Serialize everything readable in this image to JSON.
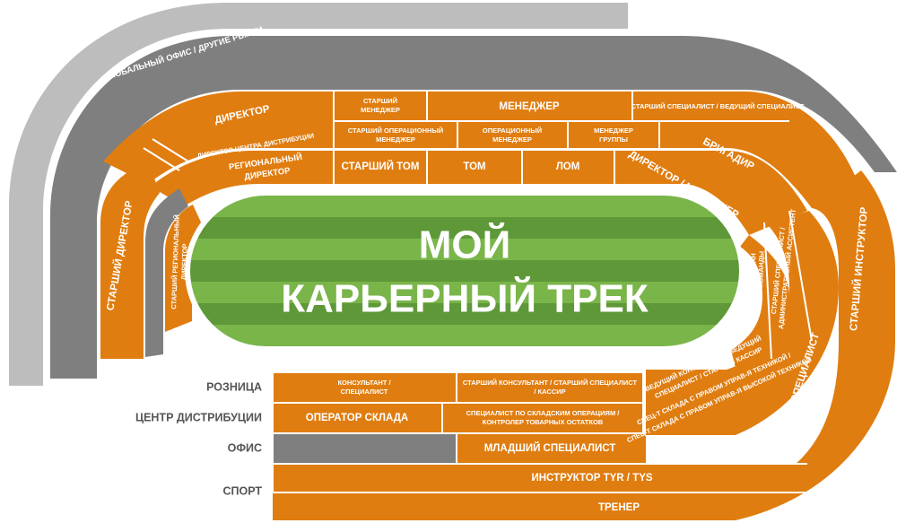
{
  "title": {
    "line1": "МОЙ",
    "line2": "КАРЬЕРНЫЙ ТРЕК"
  },
  "outer_arc": {
    "label": "ГЛОБАЛЬНЫЙ ОФИС / ДРУГИЕ РЫНКИ"
  },
  "top": {
    "director": "ДИРЕКТОР",
    "senior_manager_l1": "СТАРШИЙ",
    "senior_manager_l2": "МЕНЕДЖЕР",
    "manager": "МЕНЕДЖЕР",
    "senior_specialist_lead": "СТАРШИЙ СПЕЦИАЛИСТ / ВЕДУЩИЙ СПЕЦИАЛИСТ",
    "dc_director": "ДИРЕКТОР ЦЕНТРА ДИСТРИБУЦИИ",
    "senior_ops_l1": "СТАРШИЙ ОПЕРАЦИОННЫЙ",
    "senior_ops_l2": "МЕНЕДЖЕР",
    "ops_l1": "ОПЕРАЦИОННЫЙ",
    "ops_l2": "МЕНЕДЖЕР",
    "group_l1": "МЕНЕДЖЕР",
    "group_l2": "ГРУППЫ",
    "brigadier": "БРИГАДИР",
    "regional_l1": "РЕГИОНАЛЬНЫЙ",
    "regional_l2": "ДИРЕКТОР",
    "senior_tom": "СТАРШИЙ ТОМ",
    "tom": "ТОМ",
    "lom": "ЛОМ",
    "director_manager": "ДИРЕКТОР / МЕНЕДЖЕР"
  },
  "left": {
    "senior_director": "СТАРШИЙ ДИРЕКТОР",
    "senior_regional_l1": "СТАРШИЙ РЕГИОНАЛЬНЫЙ",
    "senior_regional_l2": "ДИРЕКТОР"
  },
  "right": {
    "senior_instructor": "СТАРШИЙ ИНСТРУКТОР",
    "specialist": "СПЕЦИАЛИСТ",
    "team_captain_l1": "КАПИТАН",
    "team_captain_l2": "КОМАНДЫ",
    "senior_specialist_l1": "СТАРШИЙ СПЕЦИАЛИСТ /",
    "senior_specialist_l2": "АДМИНИСТРАТИВНЫЙ АССИСТЕНТ",
    "lead_consultant_l1": "ВЕДУЩИЙ КОНСУЛЬТАНТ / ВЕДУЩИЙ",
    "lead_consultant_l2": "СПЕЦИАЛИСТ / СТАРШИЙ КАССИР",
    "warehouse_spec_l1": "СПЕЦ-Т СКЛАДА С ПРАВОМ УПРАВ-Я ТЕХНИКОЙ /",
    "warehouse_spec_l2": "СПЕЦ-Т СКЛАДА С ПРАВОМ УПРАВ-Я ВЫСОКОЙ ТЕХНИКОЙ"
  },
  "categories": {
    "retail": "РОЗНИЦА",
    "dc": "ЦЕНТР ДИСТРИБУЦИИ",
    "office": "ОФИС",
    "sport": "СПОРТ"
  },
  "bottom": {
    "consultant_l1": "КОНСУЛЬТАНТ /",
    "consultant_l2": "СПЕЦИАЛИСТ",
    "senior_consultant_l1": "СТАРШИЙ КОНСУЛЬТАНТ / СТАРШИЙ СПЕЦИАЛИСТ",
    "senior_consultant_l2": "/ КАССИР",
    "warehouse_operator": "ОПЕРАТОР СКЛАДА",
    "warehouse_ops_l1": "СПЕЦИАЛИСТ ПО СКЛАДСКИМ ОПЕРАЦИЯМ /",
    "warehouse_ops_l2": "КОНТРОЛЕР ТОВАРНЫХ ОСТАТКОВ",
    "junior_specialist": "МЛАДШИЙ СПЕЦИАЛИСТ",
    "instructor": "ИНСТРУКТОР TYR / TYS",
    "coach": "ТРЕНЕР"
  },
  "colors": {
    "orange": "#e07d10",
    "dark_gray": "#7f7f7f",
    "light_gray": "#bdbdbd",
    "field_light": "#7ab54a",
    "field_dark": "#5e9838"
  }
}
